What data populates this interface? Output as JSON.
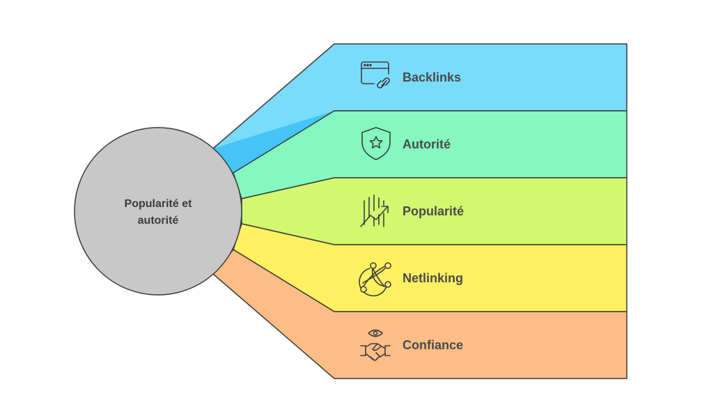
{
  "center": {
    "line1": "Popularité et",
    "line2": "autorité",
    "fill": "#c8c8c8"
  },
  "branches": [
    {
      "label": "Backlinks",
      "icon": "browser-link-icon",
      "color": "#7adcfb",
      "wedge_color": "#45c4f7"
    },
    {
      "label": "Autorité",
      "icon": "shield-star-icon",
      "color": "#84f8bf",
      "wedge_color": "#84f8bf"
    },
    {
      "label": "Popularité",
      "icon": "trend-up-chart-icon",
      "color": "#d2f870",
      "wedge_color": "#d2f870"
    },
    {
      "label": "Netlinking",
      "icon": "network-globe-icon",
      "color": "#fdf161",
      "wedge_color": "#fdf161"
    },
    {
      "label": "Confiance",
      "icon": "handshake-eye-icon",
      "color": "#fcbe86",
      "wedge_color": "#fcbe86"
    }
  ],
  "stroke_color": "#3a3a3a"
}
